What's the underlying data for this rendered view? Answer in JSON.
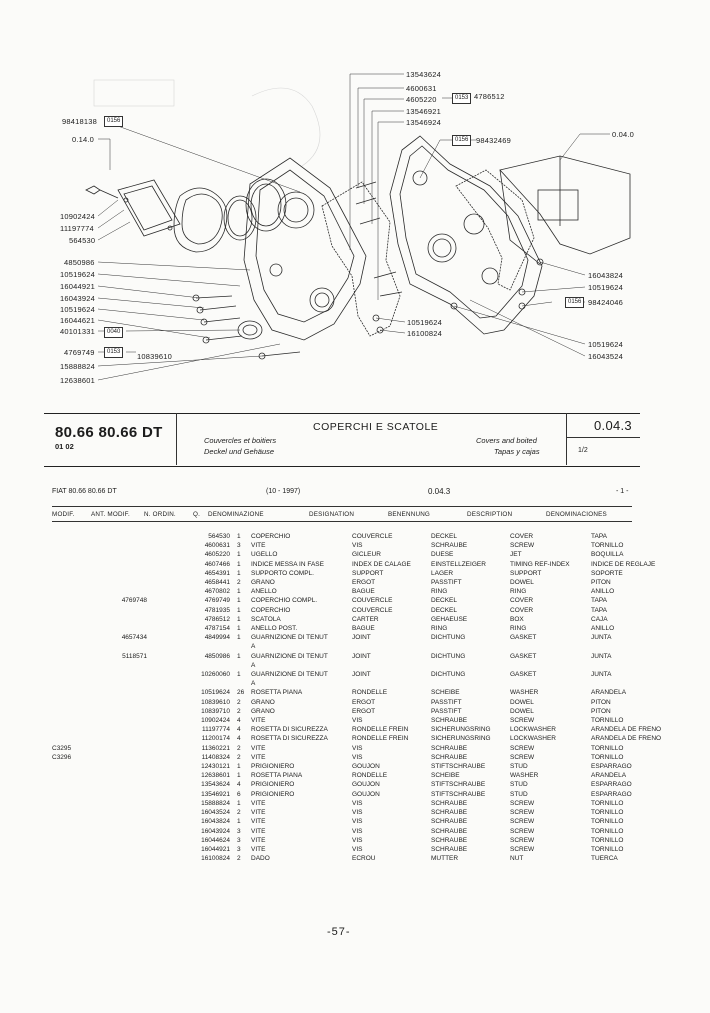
{
  "diagram": {
    "labels_left": [
      "98418138",
      "0.14.0",
      "10902424",
      "11197774",
      "564530",
      "4850986",
      "10519624",
      "16044921",
      "16043924",
      "10519624",
      "16044621",
      "40101331",
      "4769749",
      "15888824",
      "12638601"
    ],
    "labels_top": [
      "13543624",
      "4600631",
      "4605220",
      "13546921",
      "13546924"
    ],
    "labels_right": [
      "0.04.0",
      "16043824",
      "10519624",
      "98424046",
      "10519624",
      "16043524"
    ],
    "labels_mid": [
      "10839610",
      "10519624",
      "16100824"
    ],
    "ref_4786512": "4786512",
    "ref_98432469": "98432469",
    "box_0156": "0156",
    "box_0153": "0153",
    "box_0040": "0040"
  },
  "header": {
    "model": "80.66 80.66 DT",
    "model_sub": "01 02",
    "title": "COPERCHI E SCATOLE",
    "fr": "Couvercles et boitiers",
    "de": "Deckel und Gehäuse",
    "en": "Covers and boited",
    "es": "Tapas y cajas",
    "section": "0.04.3",
    "page": "1/2"
  },
  "subheader": {
    "model": "FIAT 80.66 80.66 DT",
    "date": "(10 - 1997)",
    "section": "0.04.3",
    "page": "- 1 -"
  },
  "columns": [
    "MODIF.",
    "ANT. MODIF.",
    "N. ORDIN.",
    "Q.",
    "DENOMINAZIONE",
    "DESIGNATION",
    "BENENNUNG",
    "DESCRIPTION",
    "DENOMINACIONES"
  ],
  "rows": [
    [
      "",
      "",
      "564530",
      "1",
      "COPERCHIO",
      "COUVERCLE",
      "DECKEL",
      "COVER",
      "TAPA"
    ],
    [
      "",
      "",
      "4600631",
      "3",
      "VITE",
      "VIS",
      "SCHRAUBE",
      "SCREW",
      "TORNILLO"
    ],
    [
      "",
      "",
      "4605220",
      "1",
      "UGELLO",
      "GICLEUR",
      "DUESE",
      "JET",
      "BOQUILLA"
    ],
    [
      "",
      "",
      "4607466",
      "1",
      "INDICE MESSA IN FASE",
      "INDEX DE CALAGE",
      "EINSTELLZEIGER",
      "TIMING REF-INDEX",
      "INDICE DE REGLAJE"
    ],
    [
      "",
      "",
      "4654391",
      "1",
      "SUPPORTO COMPL.",
      "SUPPORT",
      "LAGER",
      "SUPPORT",
      "SOPORTE"
    ],
    [
      "",
      "",
      "4658441",
      "2",
      "GRANO",
      "ERGOT",
      "PASSTIFT",
      "DOWEL",
      "PITON"
    ],
    [
      "",
      "",
      "4670802",
      "1",
      "ANELLO",
      "BAGUE",
      "RING",
      "RING",
      "ANILLO"
    ],
    [
      "",
      "4769748",
      "4769749",
      "1",
      "COPERCHIO COMPL.",
      "COUVERCLE",
      "DECKEL",
      "COVER",
      "TAPA"
    ],
    [
      "",
      "",
      "4781935",
      "1",
      "COPERCHIO",
      "COUVERCLE",
      "DECKEL",
      "COVER",
      "TAPA"
    ],
    [
      "",
      "",
      "4786512",
      "1",
      "SCATOLA",
      "CARTER",
      "GEHAEUSE",
      "BOX",
      "CAJA"
    ],
    [
      "",
      "",
      "4787154",
      "1",
      "ANELLO POST.",
      "BAGUE",
      "RING",
      "RING",
      "ANILLO"
    ],
    [
      "",
      "4657434",
      "4849994",
      "1",
      "GUARNIZIONE DI TENUT",
      "JOINT",
      "DICHTUNG",
      "GASKET",
      "JUNTA"
    ],
    [
      "",
      "",
      "",
      "",
      "A",
      "",
      "",
      "",
      ""
    ],
    [
      "",
      "5118571",
      "4850986",
      "1",
      "GUARNIZIONE DI TENUT",
      "JOINT",
      "DICHTUNG",
      "GASKET",
      "JUNTA"
    ],
    [
      "",
      "",
      "",
      "",
      "A",
      "",
      "",
      "",
      ""
    ],
    [
      "",
      "",
      "10260060",
      "1",
      "GUARNIZIONE DI TENUT",
      "JOINT",
      "DICHTUNG",
      "GASKET",
      "JUNTA"
    ],
    [
      "",
      "",
      "",
      "",
      "A",
      "",
      "",
      "",
      ""
    ],
    [
      "",
      "",
      "10519624",
      "26",
      "ROSETTA PIANA",
      "RONDELLE",
      "SCHEIBE",
      "WASHER",
      "ARANDELA"
    ],
    [
      "",
      "",
      "10839610",
      "2",
      "GRANO",
      "ERGOT",
      "PASSTIFT",
      "DOWEL",
      "PITON"
    ],
    [
      "",
      "",
      "10839710",
      "2",
      "GRANO",
      "ERGOT",
      "PASSTIFT",
      "DOWEL",
      "PITON"
    ],
    [
      "",
      "",
      "10902424",
      "4",
      "VITE",
      "VIS",
      "SCHRAUBE",
      "SCREW",
      "TORNILLO"
    ],
    [
      "",
      "",
      "11197774",
      "4",
      "ROSETTA DI SICUREZZA",
      "RONDELLE FREIN",
      "SICHERUNGSRING",
      "LOCKWASHER",
      "ARANDELA DE FRENO"
    ],
    [
      "",
      "",
      "11200174",
      "4",
      "ROSETTA DI SICUREZZA",
      "RONDELLE FREIN",
      "SICHERUNGSRING",
      "LOCKWASHER",
      "ARANDELA DE FRENO"
    ],
    [
      "C3295",
      "",
      "11360221",
      "2",
      "VITE",
      "VIS",
      "SCHRAUBE",
      "SCREW",
      "TORNILLO"
    ],
    [
      "C3296",
      "",
      "11408324",
      "2",
      "VITE",
      "VIS",
      "SCHRAUBE",
      "SCREW",
      "TORNILLO"
    ],
    [
      "",
      "",
      "12430121",
      "1",
      "PRIGIONIERO",
      "GOUJON",
      "STIFTSCHRAUBE",
      "STUD",
      "ESPARRAGO"
    ],
    [
      "",
      "",
      "12638601",
      "1",
      "ROSETTA PIANA",
      "RONDELLE",
      "SCHEIBE",
      "WASHER",
      "ARANDELA"
    ],
    [
      "",
      "",
      "13543624",
      "4",
      "PRIGIONIERO",
      "GOUJON",
      "STIFTSCHRAUBE",
      "STUD",
      "ESPARRAGO"
    ],
    [
      "",
      "",
      "13546921",
      "6",
      "PRIGIONIERO",
      "GOUJON",
      "STIFTSCHRAUBE",
      "STUD",
      "ESPARRAGO"
    ],
    [
      "",
      "",
      "15888824",
      "1",
      "VITE",
      "VIS",
      "SCHRAUBE",
      "SCREW",
      "TORNILLO"
    ],
    [
      "",
      "",
      "16043524",
      "2",
      "VITE",
      "VIS",
      "SCHRAUBE",
      "SCREW",
      "TORNILLO"
    ],
    [
      "",
      "",
      "16043824",
      "1",
      "VITE",
      "VIS",
      "SCHRAUBE",
      "SCREW",
      "TORNILLO"
    ],
    [
      "",
      "",
      "16043924",
      "3",
      "VITE",
      "VIS",
      "SCHRAUBE",
      "SCREW",
      "TORNILLO"
    ],
    [
      "",
      "",
      "16044624",
      "3",
      "VITE",
      "VIS",
      "SCHRAUBE",
      "SCREW",
      "TORNILLO"
    ],
    [
      "",
      "",
      "16044921",
      "3",
      "VITE",
      "VIS",
      "SCHRAUBE",
      "SCREW",
      "TORNILLO"
    ],
    [
      "",
      "",
      "16100824",
      "2",
      "DADO",
      "ECROU",
      "MUTTER",
      "NUT",
      "TUERCA"
    ]
  ],
  "page_number": "-57-"
}
